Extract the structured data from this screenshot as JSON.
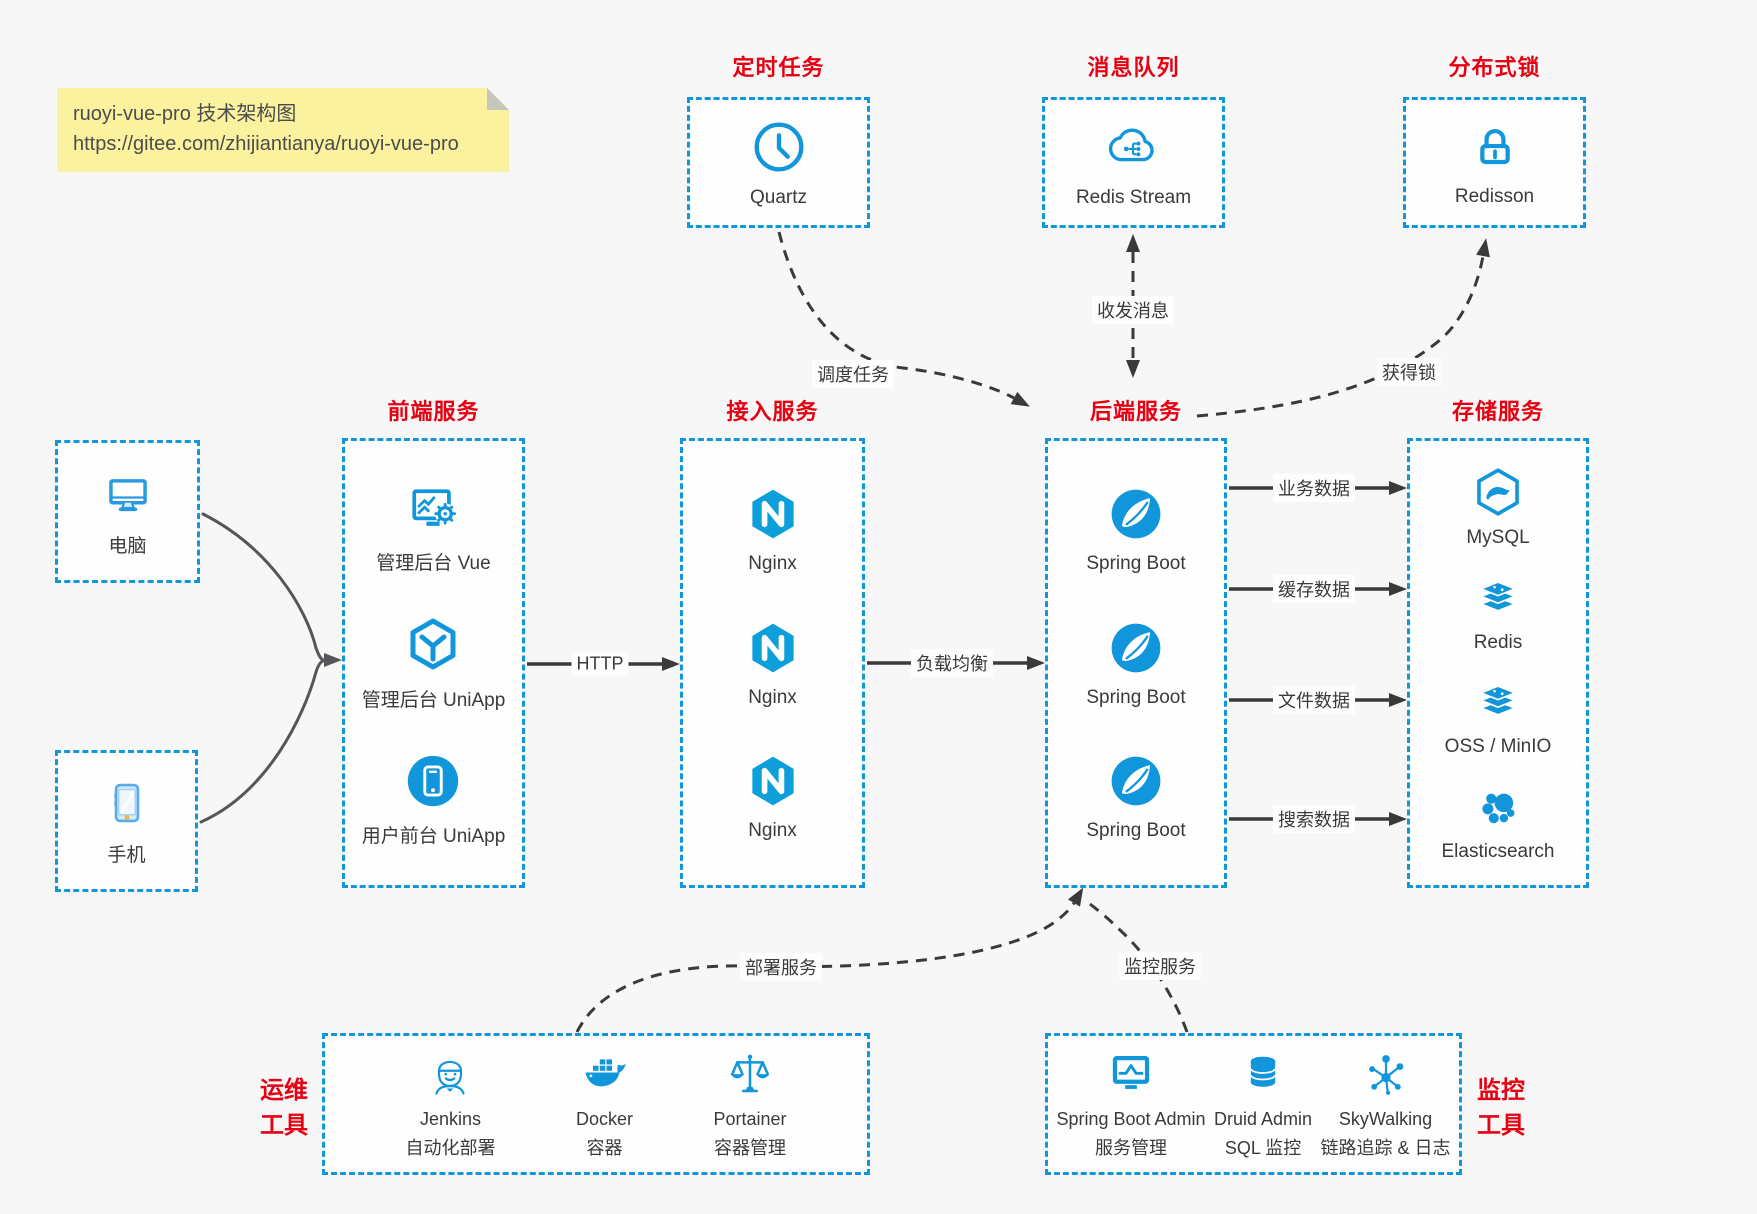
{
  "note": {
    "line1": "ruoyi-vue-pro 技术架构图",
    "line2": "https://gitee.com/zhijiantianya/ruoyi-vue-pro"
  },
  "colors": {
    "accent_blue": "#1296db",
    "nginx_blue": "#0c9fd9",
    "title_red": "#e60012",
    "note_bg": "#fbf2a0",
    "arrow_dark": "#3a3a3a",
    "note_fold_gray": "#c6c6bd",
    "background": "#f7f7f8"
  },
  "top_groups": [
    {
      "title": "定时任务",
      "items": [
        {
          "icon": "clock-icon",
          "label": "Quartz"
        }
      ]
    },
    {
      "title": "消息队列",
      "items": [
        {
          "icon": "redis-stream-cloud-icon",
          "label": "Redis Stream"
        }
      ]
    },
    {
      "title": "分布式锁",
      "items": [
        {
          "icon": "lock-icon",
          "label": "Redisson"
        }
      ]
    }
  ],
  "clients": [
    {
      "icon": "desktop-icon",
      "label": "电脑"
    },
    {
      "icon": "phone-icon",
      "label": "手机"
    }
  ],
  "columns": [
    {
      "title": "前端服务",
      "items": [
        {
          "icon": "admin-vue-icon",
          "label": "管理后台 Vue"
        },
        {
          "icon": "admin-uniapp-hexagon-icon",
          "label": "管理后台 UniApp"
        },
        {
          "icon": "user-uniapp-icon",
          "label": "用户前台 UniApp"
        }
      ]
    },
    {
      "title": "接入服务",
      "items": [
        {
          "icon": "nginx-icon",
          "label": "Nginx"
        },
        {
          "icon": "nginx-icon",
          "label": "Nginx"
        },
        {
          "icon": "nginx-icon",
          "label": "Nginx"
        }
      ]
    },
    {
      "title": "后端服务",
      "items": [
        {
          "icon": "spring-boot-icon",
          "label": "Spring Boot"
        },
        {
          "icon": "spring-boot-icon",
          "label": "Spring Boot"
        },
        {
          "icon": "spring-boot-icon",
          "label": "Spring Boot"
        }
      ]
    },
    {
      "title": "存储服务",
      "items": [
        {
          "icon": "mysql-icon",
          "label": "MySQL"
        },
        {
          "icon": "redis-stack-icon",
          "label": "Redis"
        },
        {
          "icon": "oss-minio-stack-icon",
          "label": "OSS / MinIO"
        },
        {
          "icon": "elasticsearch-icon",
          "label": "Elasticsearch"
        }
      ]
    }
  ],
  "bottom_groups": [
    {
      "title_line1": "运维",
      "title_line2": "工具",
      "items": [
        {
          "icon": "jenkins-icon",
          "label": "Jenkins",
          "sublabel": "自动化部署"
        },
        {
          "icon": "docker-icon",
          "label": "Docker",
          "sublabel": "容器"
        },
        {
          "icon": "portainer-icon",
          "label": "Portainer",
          "sublabel": "容器管理"
        }
      ]
    },
    {
      "title_line1": "监控",
      "title_line2": "工具",
      "items": [
        {
          "icon": "spring-boot-admin-icon",
          "label": "Spring Boot Admin",
          "sublabel": "服务管理"
        },
        {
          "icon": "druid-icon",
          "label": "Druid Admin",
          "sublabel": "SQL 监控"
        },
        {
          "icon": "skywalking-icon",
          "label": "SkyWalking",
          "sublabel": "链路追踪 & 日志"
        }
      ]
    }
  ],
  "edges": {
    "http": "HTTP",
    "load_balance": "负载均衡",
    "schedule": "调度任务",
    "message": "收发消息",
    "lock": "获得锁",
    "business_data": "业务数据",
    "cache_data": "缓存数据",
    "file_data": "文件数据",
    "search_data": "搜索数据",
    "deploy": "部署服务",
    "monitor": "监控服务"
  }
}
